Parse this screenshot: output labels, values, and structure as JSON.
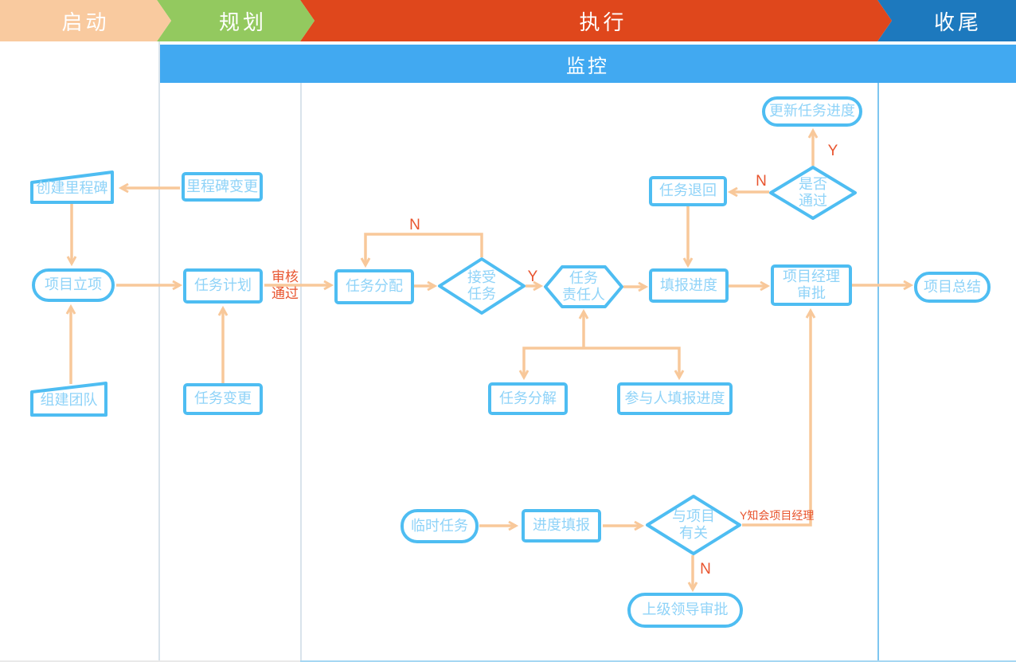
{
  "header": {
    "phases": [
      {
        "id": "initiation",
        "label": "启动",
        "color": "#F9CA9F"
      },
      {
        "id": "planning",
        "label": "规划",
        "color": "#93C95F"
      },
      {
        "id": "execution",
        "label": "执行",
        "color": "#DF471C"
      },
      {
        "id": "closing",
        "label": "收尾",
        "color": "#1D79BE"
      }
    ]
  },
  "monitor_bar": {
    "label": "监控",
    "color": "#41A9F1"
  },
  "nodes": {
    "create_milestone": {
      "label": "创建里程碑",
      "shape": "card"
    },
    "milestone_change": {
      "label": "里程碑变更",
      "shape": "rect"
    },
    "project_initiation": {
      "label": "项目立项",
      "shape": "stadium"
    },
    "build_team": {
      "label": "组建团队",
      "shape": "card"
    },
    "task_plan": {
      "label": "任务计划",
      "shape": "rect"
    },
    "task_change": {
      "label": "任务变更",
      "shape": "rect"
    },
    "task_assign": {
      "label": "任务分配",
      "shape": "rect"
    },
    "accept_task": {
      "label": "接受\n任务",
      "shape": "diamond"
    },
    "task_owner": {
      "label": "任务\n责任人",
      "shape": "hexagon"
    },
    "fill_progress": {
      "label": "填报进度",
      "shape": "rect"
    },
    "task_return": {
      "label": "任务退回",
      "shape": "rect"
    },
    "pass_check": {
      "label": "是否\n通过",
      "shape": "diamond"
    },
    "update_task_progress": {
      "label": "更新任务进度",
      "shape": "stadium"
    },
    "pm_approval": {
      "label": "项目经理\n审批",
      "shape": "rect"
    },
    "project_summary": {
      "label": "项目总结",
      "shape": "stadium"
    },
    "task_breakdown": {
      "label": "任务分解",
      "shape": "rect"
    },
    "participant_fill_progress": {
      "label": "参与人填报进度",
      "shape": "rect"
    },
    "temp_task": {
      "label": "临时任务",
      "shape": "stadium"
    },
    "progress_report": {
      "label": "进度填报",
      "shape": "rect"
    },
    "project_related": {
      "label": "与项目\n有关",
      "shape": "diamond"
    },
    "leader_approval": {
      "label": "上级领导审批",
      "shape": "stadium"
    }
  },
  "edge_labels": {
    "review_pass": {
      "text": "审核\n通过"
    },
    "reject_loop": {
      "text": "N"
    },
    "accept_yes": {
      "text": "Y"
    },
    "not_pass": {
      "text": "N"
    },
    "pass_yes": {
      "text": "Y"
    },
    "notify_pm": {
      "text": "Y知会项目经理"
    },
    "unrelated_no": {
      "text": "N"
    }
  },
  "colors": {
    "node_border": "#4EBDF2",
    "node_text": "#8FD3F8",
    "connector": "#F8C89A",
    "edge_label_text": "#E8542E",
    "lane_divider": "#D9E3EB",
    "closing_divider": "#7EC6F0"
  }
}
